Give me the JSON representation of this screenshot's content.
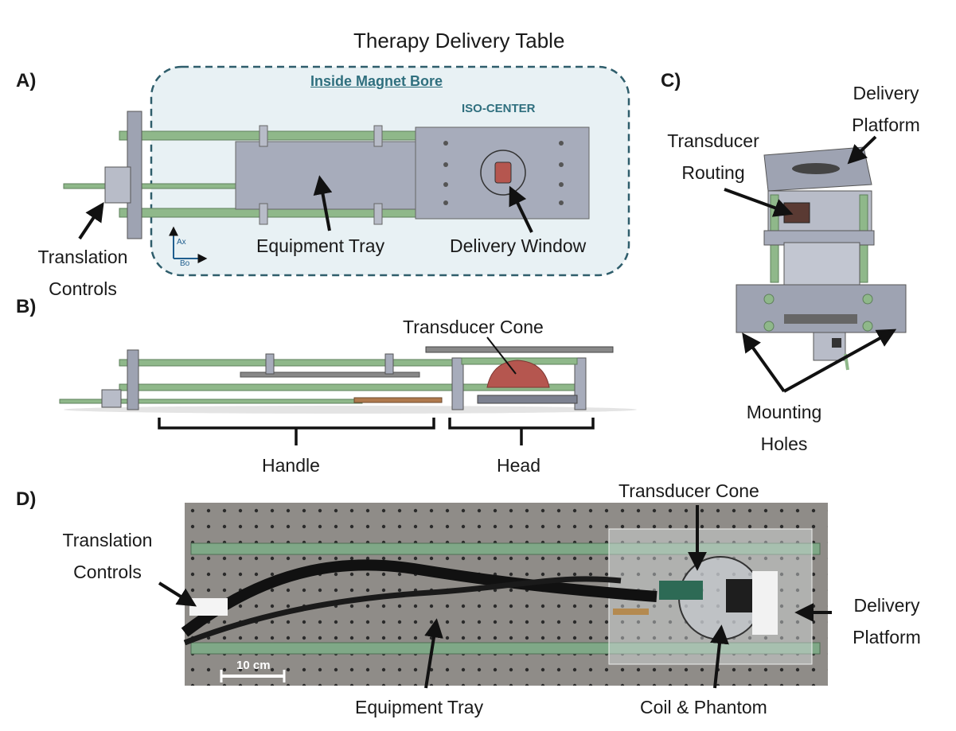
{
  "figure": {
    "title": "Therapy Delivery Table",
    "panels": {
      "a": {
        "letter": "A)",
        "bore_label": "Inside Magnet Bore",
        "iso_label": "ISO-CENTER",
        "axis_ax": "Ax",
        "axis_bo": "Bo",
        "translation_controls": [
          "Translation",
          "Controls"
        ],
        "equipment_tray": "Equipment Tray",
        "delivery_window": "Delivery Window"
      },
      "b": {
        "letter": "B)",
        "transducer_cone": "Transducer Cone",
        "handle": "Handle",
        "head": "Head"
      },
      "c": {
        "letter": "C)",
        "delivery_platform": [
          "Delivery",
          "Platform"
        ],
        "transducer_routing": [
          "Transducer",
          "Routing"
        ],
        "mounting_holes": [
          "Mounting",
          "Holes"
        ]
      },
      "d": {
        "letter": "D)",
        "translation_controls": [
          "Translation",
          "Controls"
        ],
        "transducer_cone": "Transducer Cone",
        "delivery_platform": [
          "Delivery",
          "Platform"
        ],
        "equipment_tray": "Equipment Tray",
        "coil_phantom": "Coil & Phantom",
        "scale_bar": "10 cm"
      }
    },
    "colors": {
      "bore_fill": "#e8f1f4",
      "bore_stroke": "#2e5d6b",
      "rod_green": "#8fb88a",
      "metal_gray": "#a7acbb",
      "cone_red": "#b5564f",
      "board": "#8f8c88"
    }
  }
}
